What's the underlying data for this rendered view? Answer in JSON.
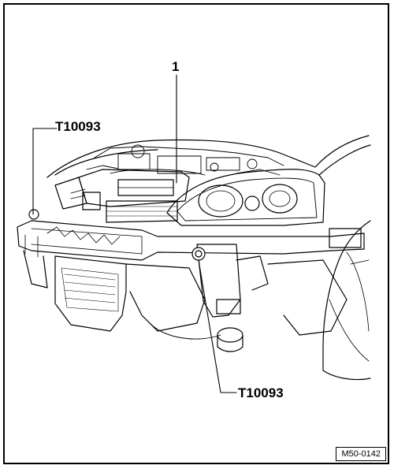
{
  "callouts": {
    "part_1": "1",
    "tool_upper_left": "T10093",
    "tool_lower": "T10093"
  },
  "figure_ref": "M50-0142"
}
